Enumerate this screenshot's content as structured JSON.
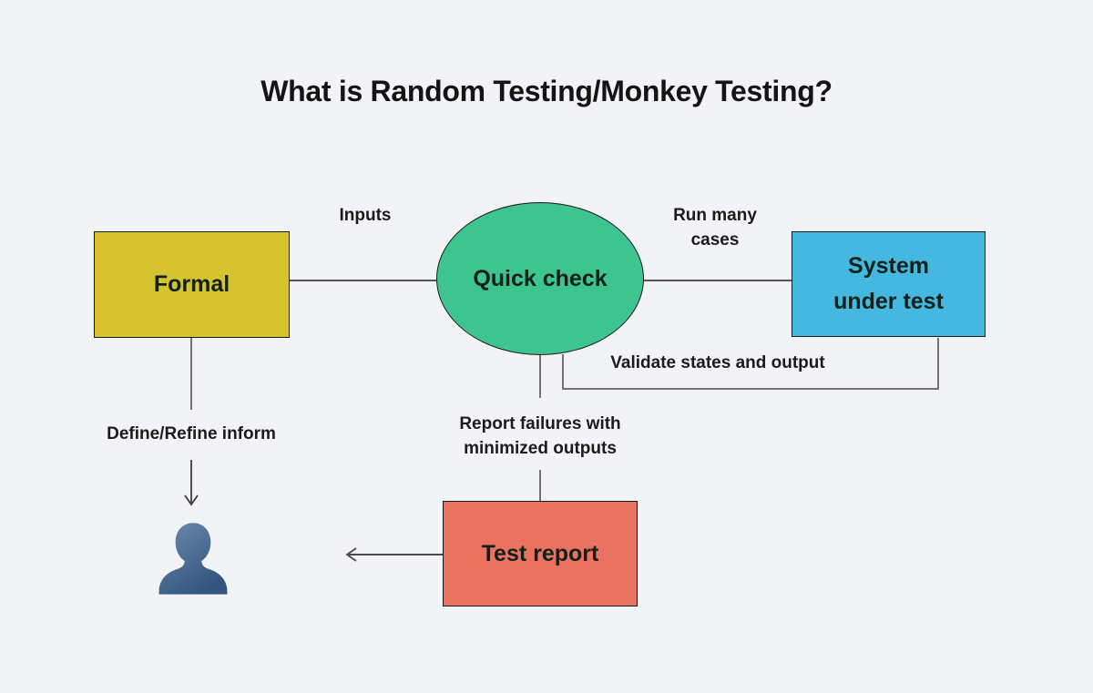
{
  "title": "What is Random Testing/Monkey Testing?",
  "nodes": {
    "formal": {
      "label": "Formal",
      "color": "#d6c42e"
    },
    "quick_check": {
      "label": "Quick check",
      "color": "#3ec48e"
    },
    "system_under_test": {
      "label": "System under test",
      "color": "#45b8e0"
    },
    "test_report": {
      "label": "Test report",
      "color": "#e97360"
    }
  },
  "edge_labels": {
    "inputs": "Inputs",
    "run_many_cases": "Run many cases",
    "validate": "Validate states and output",
    "define_refine": "Define/Refine inform",
    "report_failures": "Report failures with minimized outputs"
  },
  "icons": {
    "user": "user-silhouette"
  },
  "colors": {
    "background": "#f1f3f6",
    "text": "#141414",
    "node_border": "#1a1a1a",
    "connector_dark": "#222222",
    "connector_gray": "#737373",
    "user_icon_top": "#6c8cb0",
    "user_icon_bottom": "#33547c"
  }
}
